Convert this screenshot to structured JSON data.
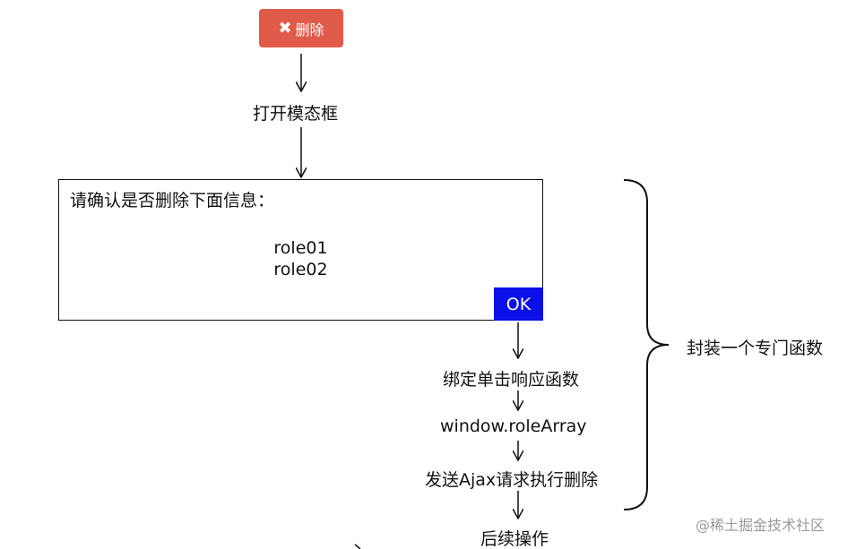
{
  "delete_button": {
    "icon": "close-icon",
    "label": "删除",
    "color": "#e05a4a"
  },
  "steps": {
    "open_modal": "打开模态框",
    "bind_click": "绑定单击响应函数",
    "role_array": "window.roleArray",
    "send_ajax": "发送Ajax请求执行删除",
    "follow_up": "后续操作"
  },
  "dialog": {
    "title": "请确认是否删除下面信息：",
    "items": [
      "role01",
      "role02"
    ],
    "ok_label": "OK",
    "ok_color": "#0a10e8"
  },
  "brace_label": "封装一个专门函数",
  "watermark": "@稀土掘金技术社区"
}
